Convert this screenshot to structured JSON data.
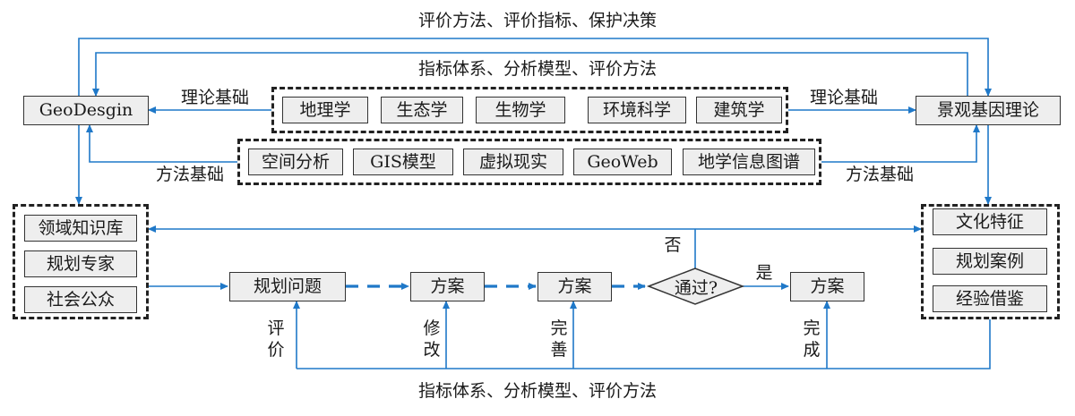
{
  "labels": {
    "top_outer": "评价方法、评价指标、保护决策",
    "top_inner": "指标体系、分析模型、评价方法",
    "theory_left": "理论基础",
    "theory_right": "理论基础",
    "method_left": "方法基础",
    "method_right": "方法基础",
    "bottom": "指标体系、分析模型、评价方法",
    "no": "否",
    "yes": "是",
    "evaluate": "评价",
    "modify": "修改",
    "improve": "完善",
    "complete": "完成"
  },
  "nodes": {
    "geodesign": "GeoDesgin",
    "landscape_gene": "景观基因理论",
    "theory_items": [
      "地理学",
      "生态学",
      "生物学",
      "环境科学",
      "建筑学"
    ],
    "method_items": [
      "空间分析",
      "GIS模型",
      "虚拟现实",
      "GeoWeb",
      "地学信息图谱"
    ],
    "left_group": [
      "领域知识库",
      "规划专家",
      "社会公众"
    ],
    "right_group": [
      "文化特征",
      "规划案例",
      "经验借鉴"
    ],
    "planning_problem": "规划问题",
    "plan_1": "方案",
    "plan_2": "方案",
    "decision": "通过?",
    "plan_final": "方案"
  },
  "colors": {
    "arrow": "#1f78c8",
    "box_fill": "#eeeeee",
    "border": "#333333"
  }
}
